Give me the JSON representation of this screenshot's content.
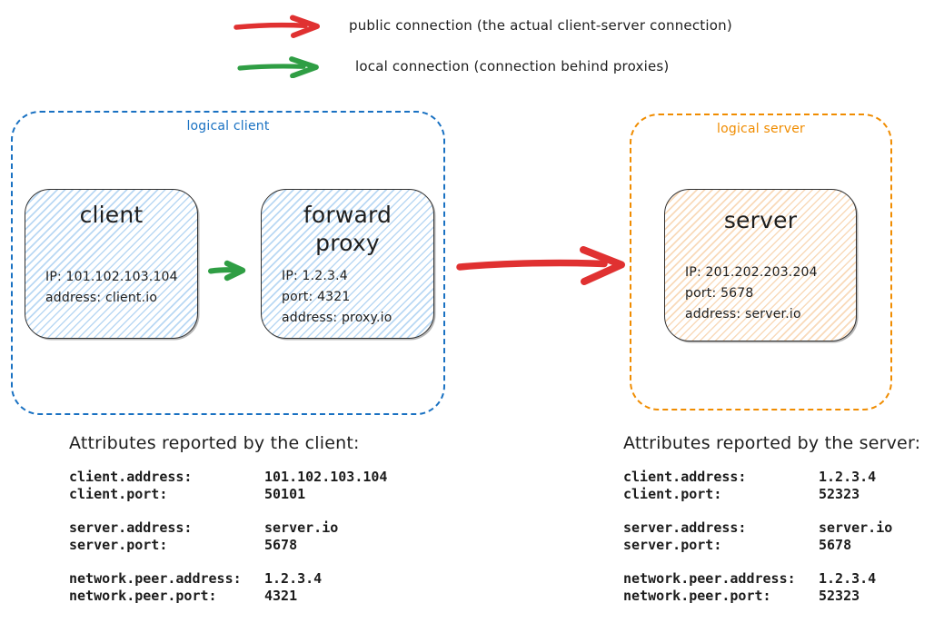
{
  "colors": {
    "public_connection_red": "#e03131",
    "local_connection_green": "#2f9e44",
    "logical_client_blue": "#1971c2",
    "logical_server_orange": "#f08c00",
    "node_fill_blue_hatch": "#cfe4f7",
    "node_fill_orange_hatch": "#f5dcc0",
    "ink": "#1e1e1e"
  },
  "legend": {
    "public": {
      "label": "public connection (the actual client-server connection)"
    },
    "local": {
      "label": "local connection (connection behind proxies)"
    }
  },
  "diagram": {
    "logical_client": {
      "label": "logical client",
      "client_node": {
        "title": "client",
        "line1": "IP: 101.102.103.104",
        "line2": "address: client.io"
      },
      "proxy_node": {
        "title": "forward proxy",
        "line1": "IP: 1.2.3.4",
        "line2": "port: 4321",
        "line3": "address: proxy.io"
      }
    },
    "logical_server": {
      "label": "logical server",
      "server_node": {
        "title": "server",
        "line1": "IP: 201.202.203.204",
        "line2": "port: 5678",
        "line3": "address: server.io"
      }
    }
  },
  "client_attributes": {
    "title": "Attributes reported by the client:",
    "groups": [
      {
        "rows": [
          {
            "key": "client.address:",
            "value": "101.102.103.104"
          },
          {
            "key": "client.port:",
            "value": "50101"
          }
        ]
      },
      {
        "rows": [
          {
            "key": "server.address:",
            "value": "server.io"
          },
          {
            "key": "server.port:",
            "value": "5678"
          }
        ]
      },
      {
        "rows": [
          {
            "key": "network.peer.address:",
            "value": "1.2.3.4"
          },
          {
            "key": "network.peer.port:",
            "value": "4321"
          }
        ]
      }
    ]
  },
  "server_attributes": {
    "title": "Attributes reported by the server:",
    "groups": [
      {
        "rows": [
          {
            "key": "client.address:",
            "value": "1.2.3.4"
          },
          {
            "key": "client.port:",
            "value": "52323"
          }
        ]
      },
      {
        "rows": [
          {
            "key": "server.address:",
            "value": "server.io"
          },
          {
            "key": "server.port:",
            "value": "5678"
          }
        ]
      },
      {
        "rows": [
          {
            "key": "network.peer.address:",
            "value": "1.2.3.4"
          },
          {
            "key": "network.peer.port:",
            "value": "52323"
          }
        ]
      }
    ]
  }
}
